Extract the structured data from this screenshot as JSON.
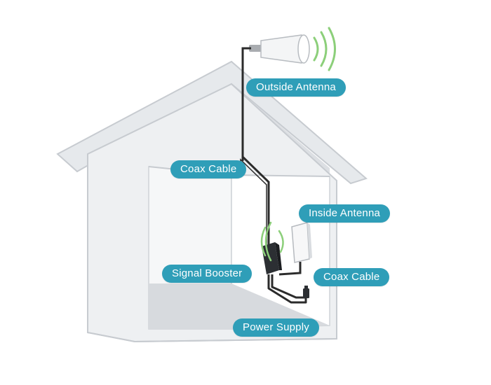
{
  "colors": {
    "label_bg": "#2f9eb8",
    "label_text": "#ffffff",
    "house_outline": "#c9ccd1",
    "wall": "#eef0f2",
    "wall_shade": "#dfe2e6",
    "roof": "#e4e7ea",
    "cable": "#2b2b2b",
    "signal_waves": "#8ccf7a",
    "device": "#2c2f33"
  },
  "labels": {
    "outside_antenna": "Outside Antenna",
    "coax_cable_top": "Coax Cable",
    "inside_antenna": "Inside Antenna",
    "signal_booster": "Signal Booster",
    "coax_cable_bottom": "Coax Cable",
    "power_supply": "Power Supply"
  },
  "icons": {
    "outside_antenna": "panel-antenna-icon",
    "inside_antenna": "indoor-panel-antenna-icon",
    "booster": "signal-booster-icon",
    "power": "power-adapter-icon",
    "waves": "signal-waves-icon"
  }
}
